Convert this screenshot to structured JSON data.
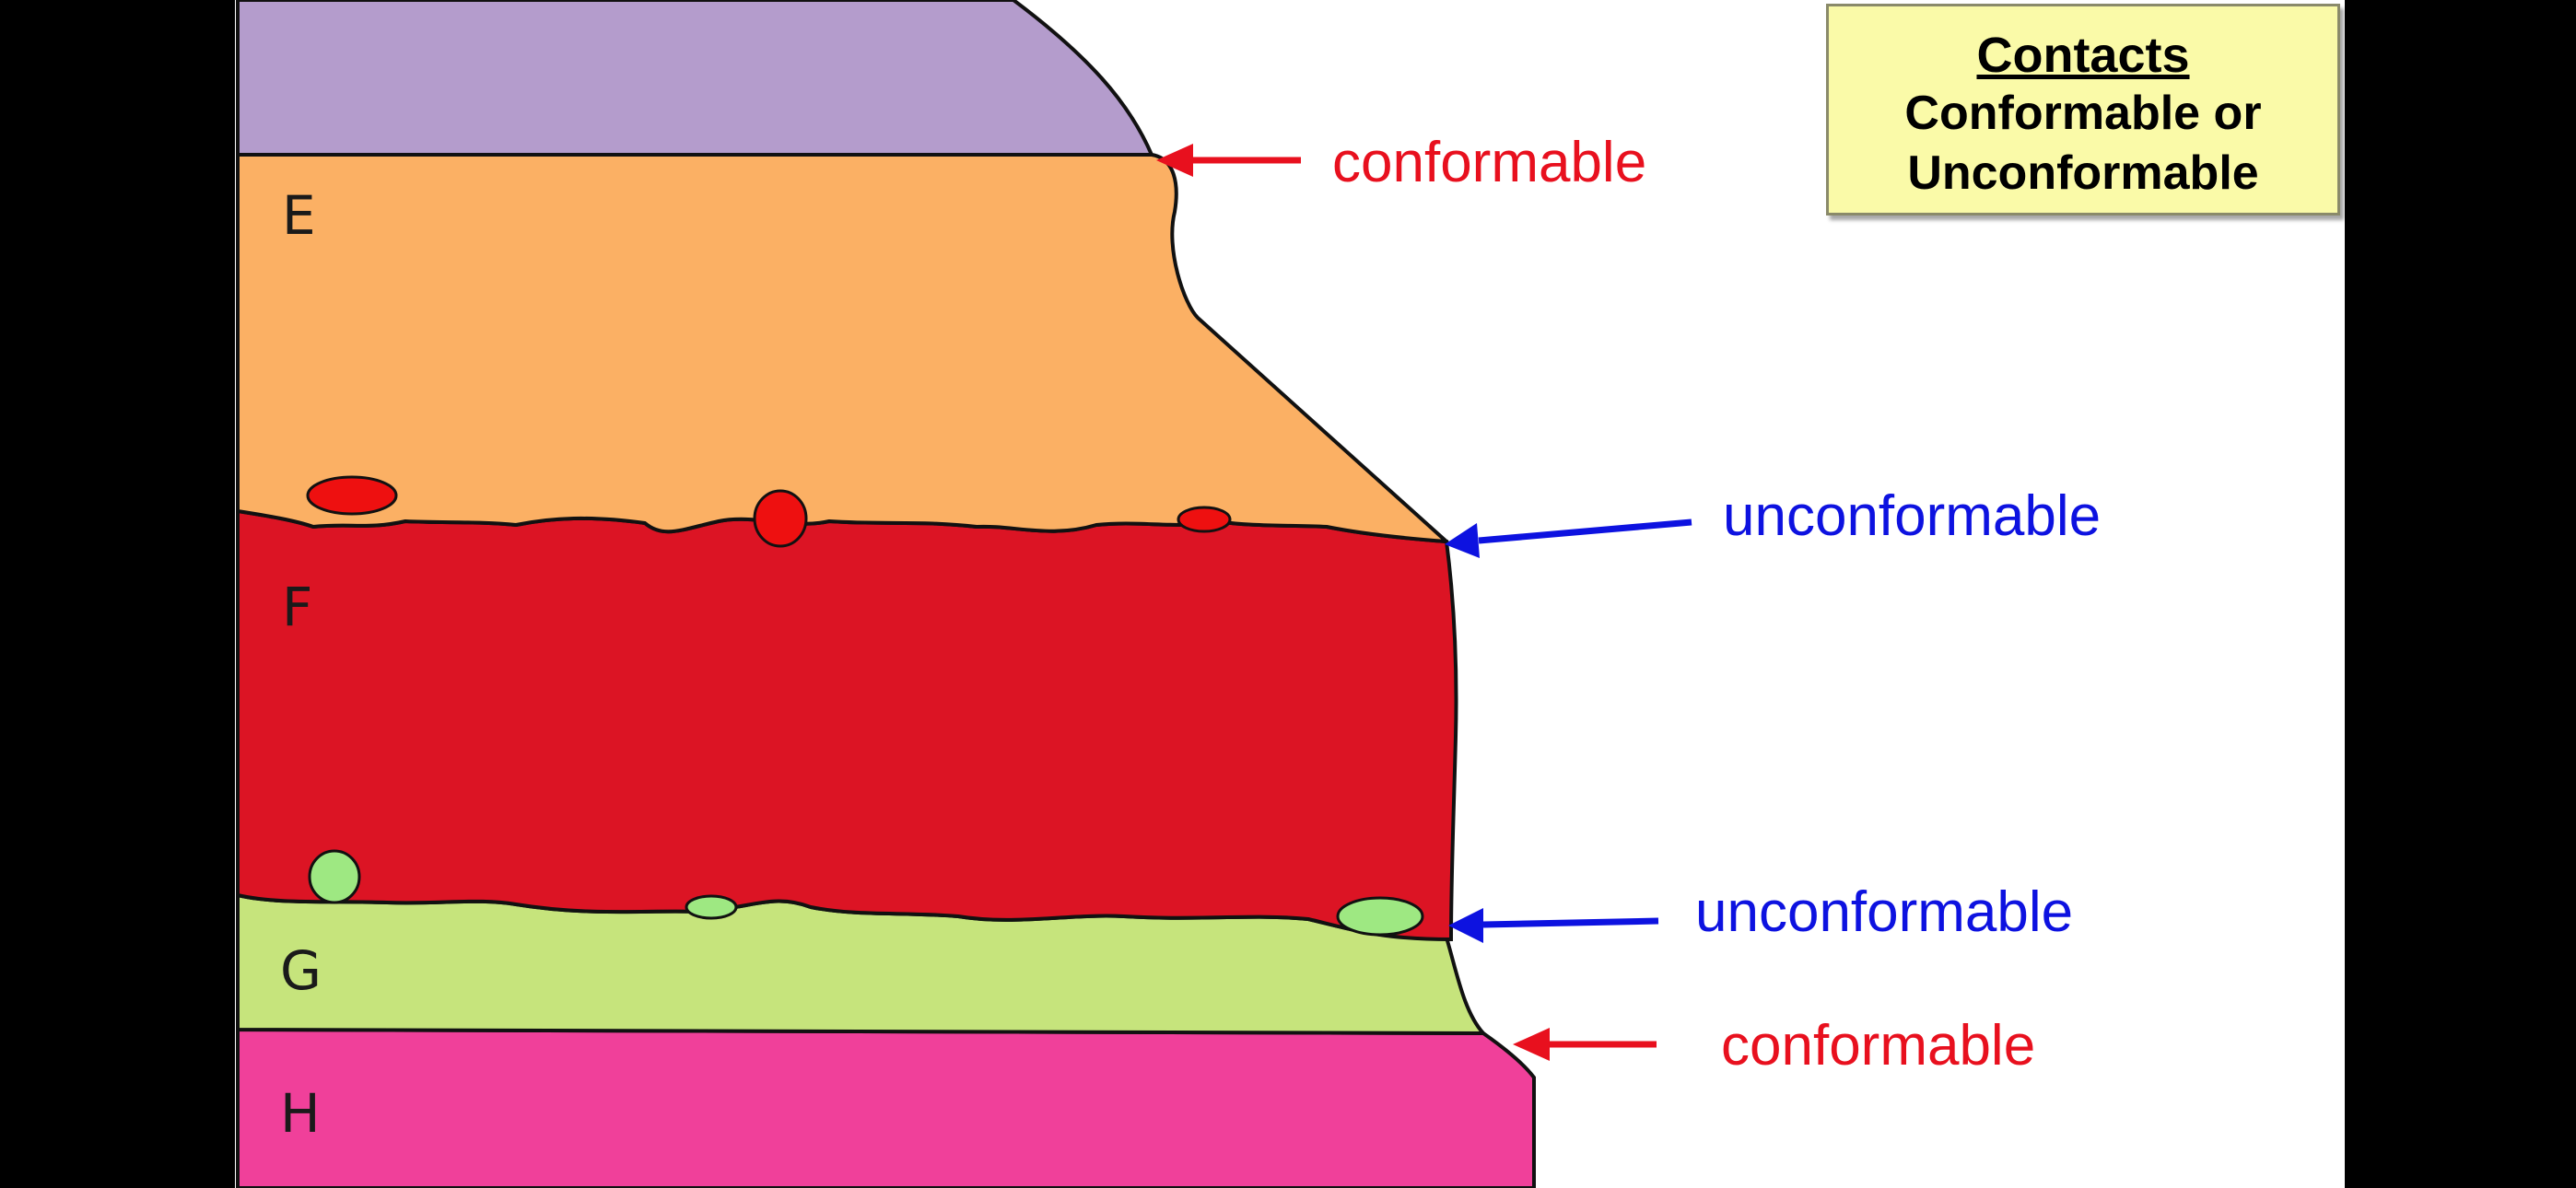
{
  "legend": {
    "title": "Contacts",
    "line1": "Conformable or",
    "line2": "Unconformable"
  },
  "layers": [
    {
      "id": "top",
      "label": "",
      "color": "#b49ccc"
    },
    {
      "id": "E",
      "label": "E",
      "color": "#fbb064"
    },
    {
      "id": "F",
      "label": "F",
      "color": "#dc1424"
    },
    {
      "id": "G",
      "label": "G",
      "color": "#c6e47c"
    },
    {
      "id": "H",
      "label": "H",
      "color": "#f0409a"
    }
  ],
  "contacts": [
    {
      "label": "conformable",
      "color": "#e8101e"
    },
    {
      "label": "unconformable",
      "color": "#0d12e0"
    },
    {
      "label": "unconformable",
      "color": "#0d12e0"
    },
    {
      "label": "conformable",
      "color": "#e8101e"
    }
  ],
  "clast_colors": {
    "red": "#ee1010",
    "green": "#9ee882"
  }
}
